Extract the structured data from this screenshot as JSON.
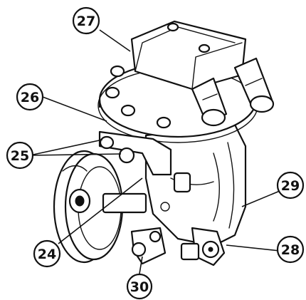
{
  "callouts": [
    {
      "id": "c27",
      "label": "27"
    },
    {
      "id": "c26",
      "label": "26"
    },
    {
      "id": "c25",
      "label": "25"
    },
    {
      "id": "c24",
      "label": "24"
    },
    {
      "id": "c29",
      "label": "29"
    },
    {
      "id": "c28",
      "label": "28"
    },
    {
      "id": "c30",
      "label": "30"
    }
  ]
}
